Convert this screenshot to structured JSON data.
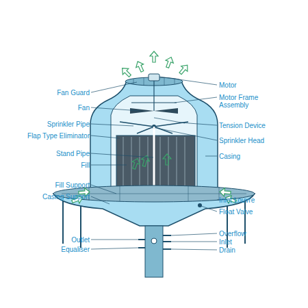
{
  "diagram": {
    "labels": [
      "Fan Guard",
      "Motor",
      "Fan",
      "Motor Frame Assembly",
      "Sprinkler Pipe",
      "Tension Device",
      "Flap Type Eliminator",
      "Sprinkler Head",
      "Stand Pipe",
      "Casing",
      "Fill",
      "Fill Support",
      "Inlet Louvre",
      "Casing Support",
      "Float Valve",
      "Overflow",
      "Outlet",
      "Inlet",
      "Equaliser",
      "Drain"
    ]
  }
}
